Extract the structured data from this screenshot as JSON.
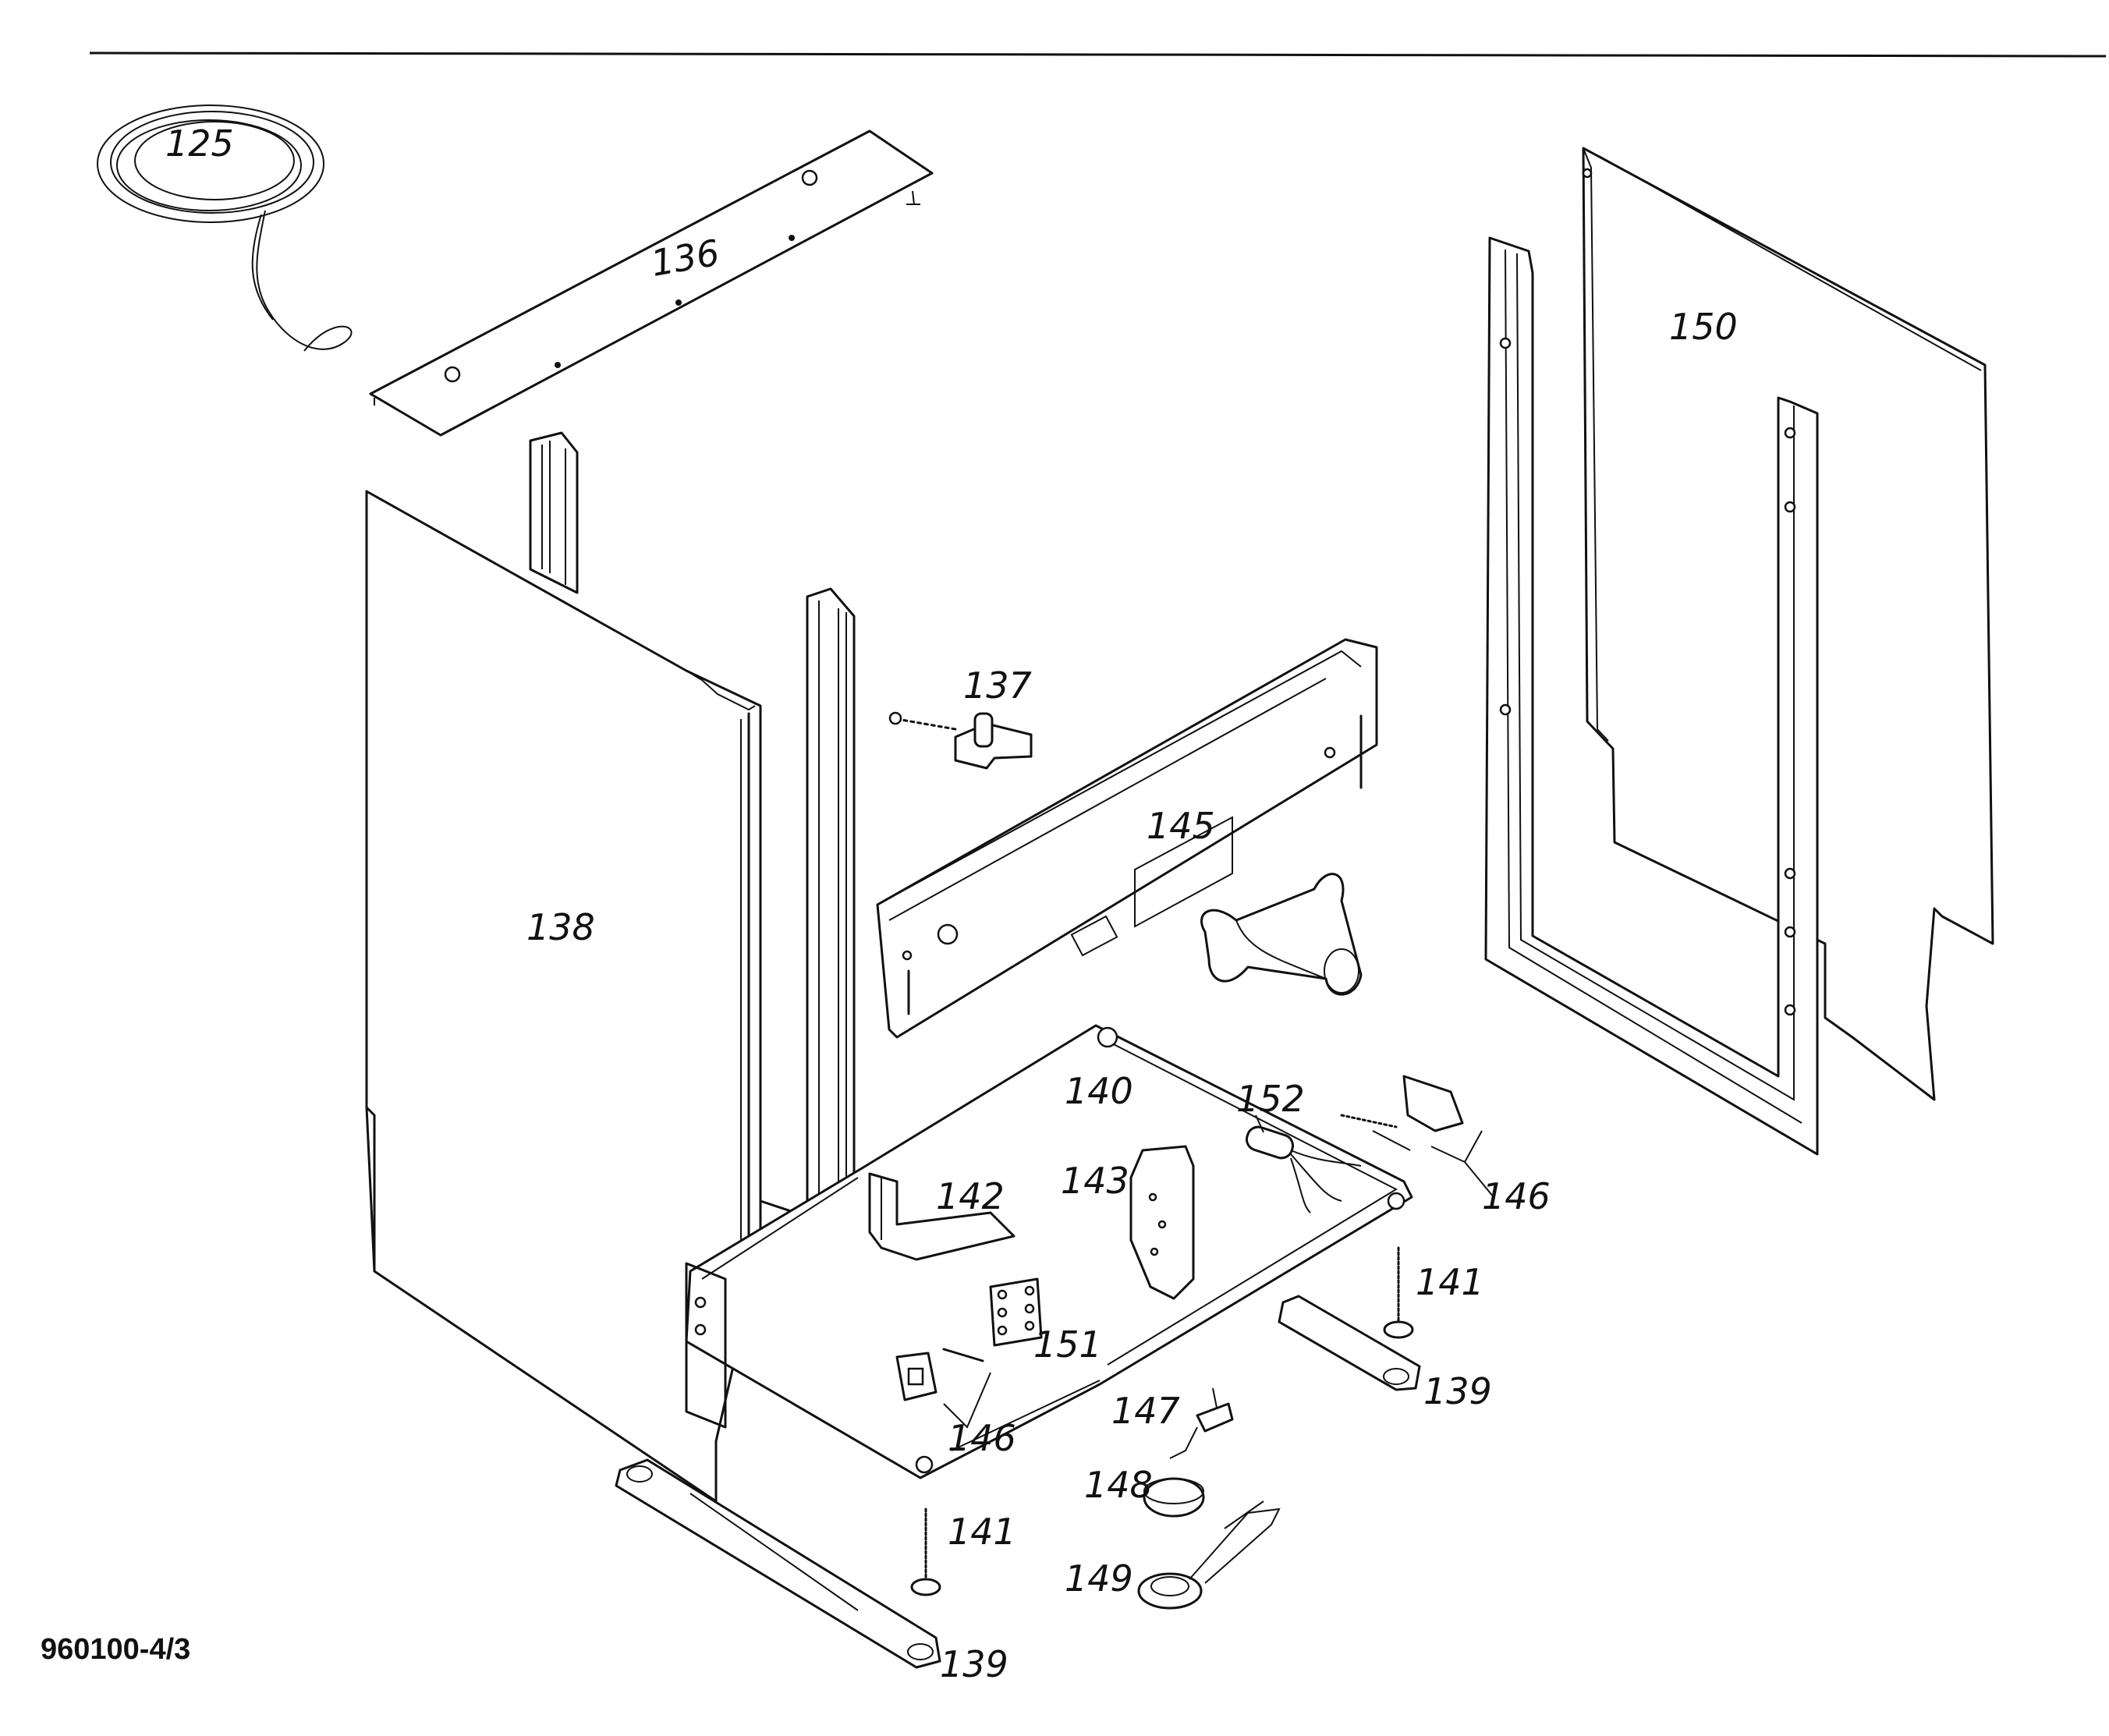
{
  "drawing_number": "960100-4/3",
  "parts": [
    {
      "id": "p125",
      "label": "125"
    },
    {
      "id": "p136",
      "label": "136"
    },
    {
      "id": "p137",
      "label": "137"
    },
    {
      "id": "p138",
      "label": "138"
    },
    {
      "id": "p139a",
      "label": "139"
    },
    {
      "id": "p139b",
      "label": "139"
    },
    {
      "id": "p140",
      "label": "140"
    },
    {
      "id": "p141a",
      "label": "141"
    },
    {
      "id": "p141b",
      "label": "141"
    },
    {
      "id": "p142",
      "label": "142"
    },
    {
      "id": "p143",
      "label": "143"
    },
    {
      "id": "p145",
      "label": "145"
    },
    {
      "id": "p146a",
      "label": "146"
    },
    {
      "id": "p146b",
      "label": "146"
    },
    {
      "id": "p147",
      "label": "147"
    },
    {
      "id": "p148",
      "label": "148"
    },
    {
      "id": "p149",
      "label": "149"
    },
    {
      "id": "p150",
      "label": "150"
    },
    {
      "id": "p151",
      "label": "151"
    },
    {
      "id": "p152",
      "label": "152"
    }
  ]
}
